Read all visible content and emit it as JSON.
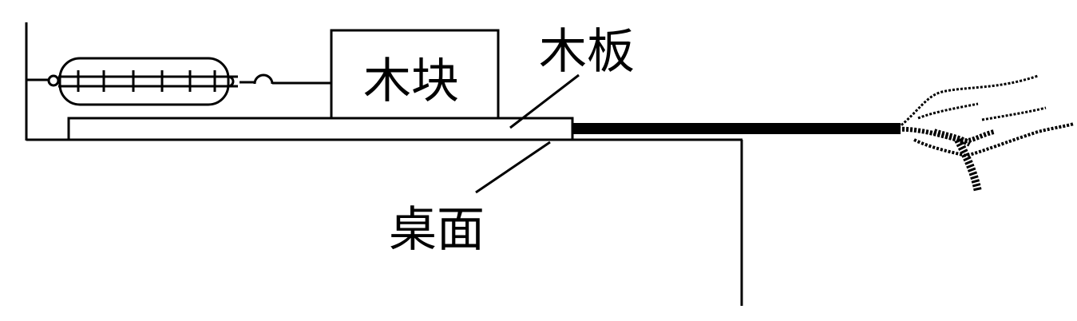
{
  "diagram": {
    "type": "physics-apparatus",
    "description": "Spring scale fixed to wall pulls wooden block resting on a wooden board; board is pulled out from under the block by a hand along the table surface",
    "labels": {
      "block": "木块",
      "board": "木板",
      "table": "桌面"
    },
    "components": [
      "wall",
      "spring-scale",
      "hook",
      "string",
      "wooden-block",
      "wooden-board",
      "table",
      "pull-rope",
      "hand"
    ],
    "colors": {
      "stroke": "#000000",
      "background": "#ffffff"
    }
  }
}
